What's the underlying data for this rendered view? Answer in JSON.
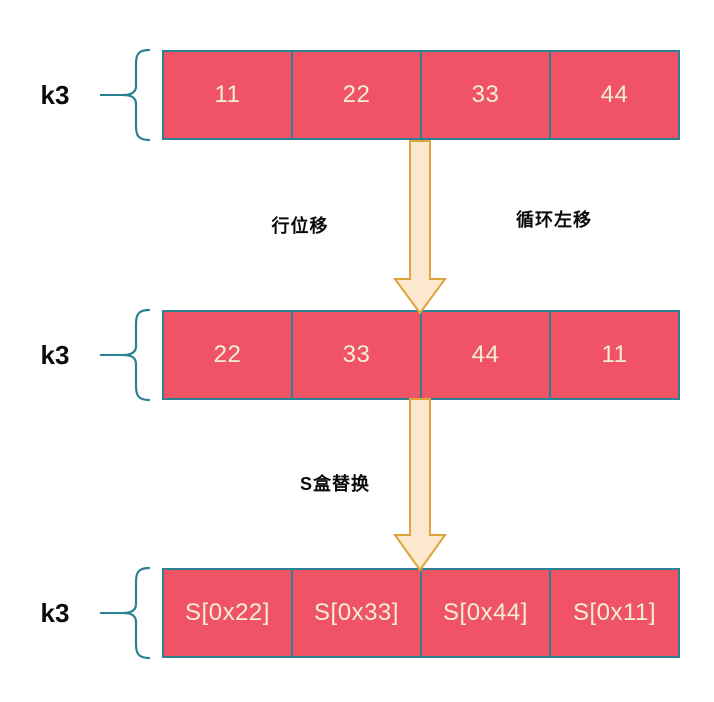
{
  "rows": [
    {
      "key": "k3",
      "cells": [
        "11",
        "22",
        "33",
        "44"
      ]
    },
    {
      "key": "k3",
      "cells": [
        "22",
        "33",
        "44",
        "11"
      ]
    },
    {
      "key": "k3",
      "cells": [
        "S[0x22]",
        "S[0x33]",
        "S[0x44]",
        "S[0x11]"
      ]
    }
  ],
  "labels": {
    "step1_left": "行位移",
    "step1_right": "循环左移",
    "step2": "S盒替换"
  },
  "icons": {
    "arrow1": "down-arrow",
    "arrow2": "down-arrow",
    "brace": "left-curly-brace"
  },
  "colors": {
    "cell_fill": "#ef5365",
    "cell_border": "#2b8093",
    "cell_text": "#f2efd9",
    "brace": "#2b8093",
    "arrow_fill": "#fbe8ce",
    "arrow_border": "#dfa33b",
    "label_text": "#0a0a0a",
    "background": "#ffffff"
  }
}
